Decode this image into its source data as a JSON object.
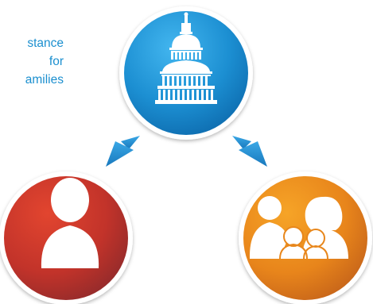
{
  "caption": {
    "lines": [
      "stance",
      "for",
      "amilies"
    ]
  },
  "nodes": {
    "top": {
      "icon": "capitol-dome-icon",
      "color": "#1f8fd1"
    },
    "left": {
      "icon": "person-icon",
      "color": "#c8362b"
    },
    "right": {
      "icon": "family-icon",
      "color": "#e8871c"
    }
  },
  "colors": {
    "caption_text": "#1b8fcf",
    "arrow": "#2a92d4"
  }
}
